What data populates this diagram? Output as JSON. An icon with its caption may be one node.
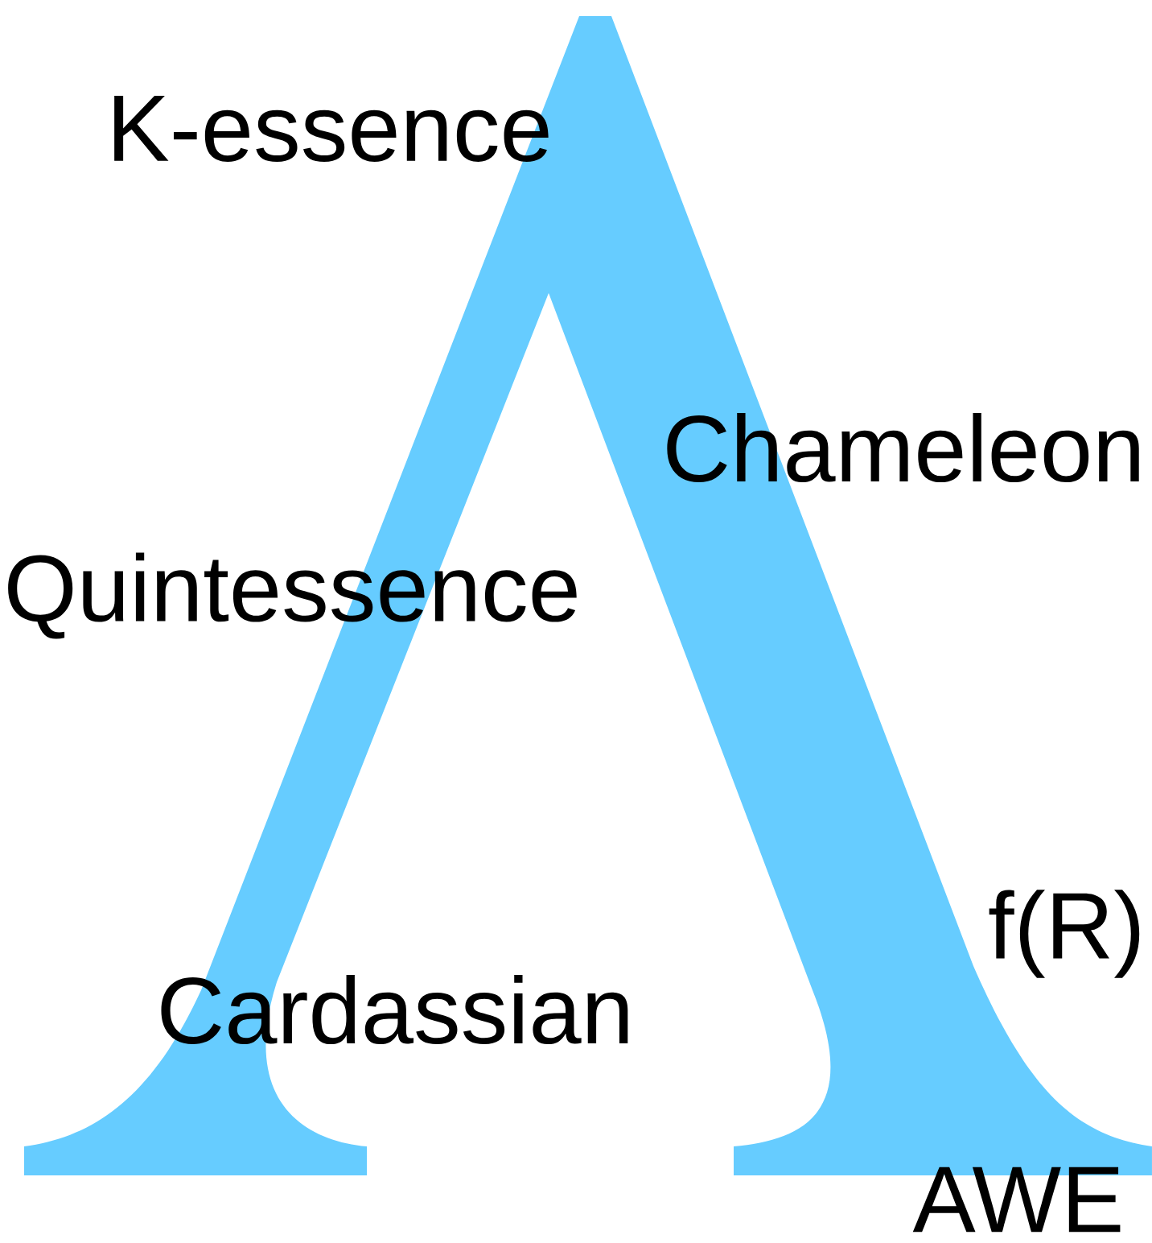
{
  "diagram": {
    "labels": [
      "K-essence",
      "Chameleon",
      "Quintessence",
      "f(R)",
      "Cardassian",
      "AWE"
    ]
  }
}
